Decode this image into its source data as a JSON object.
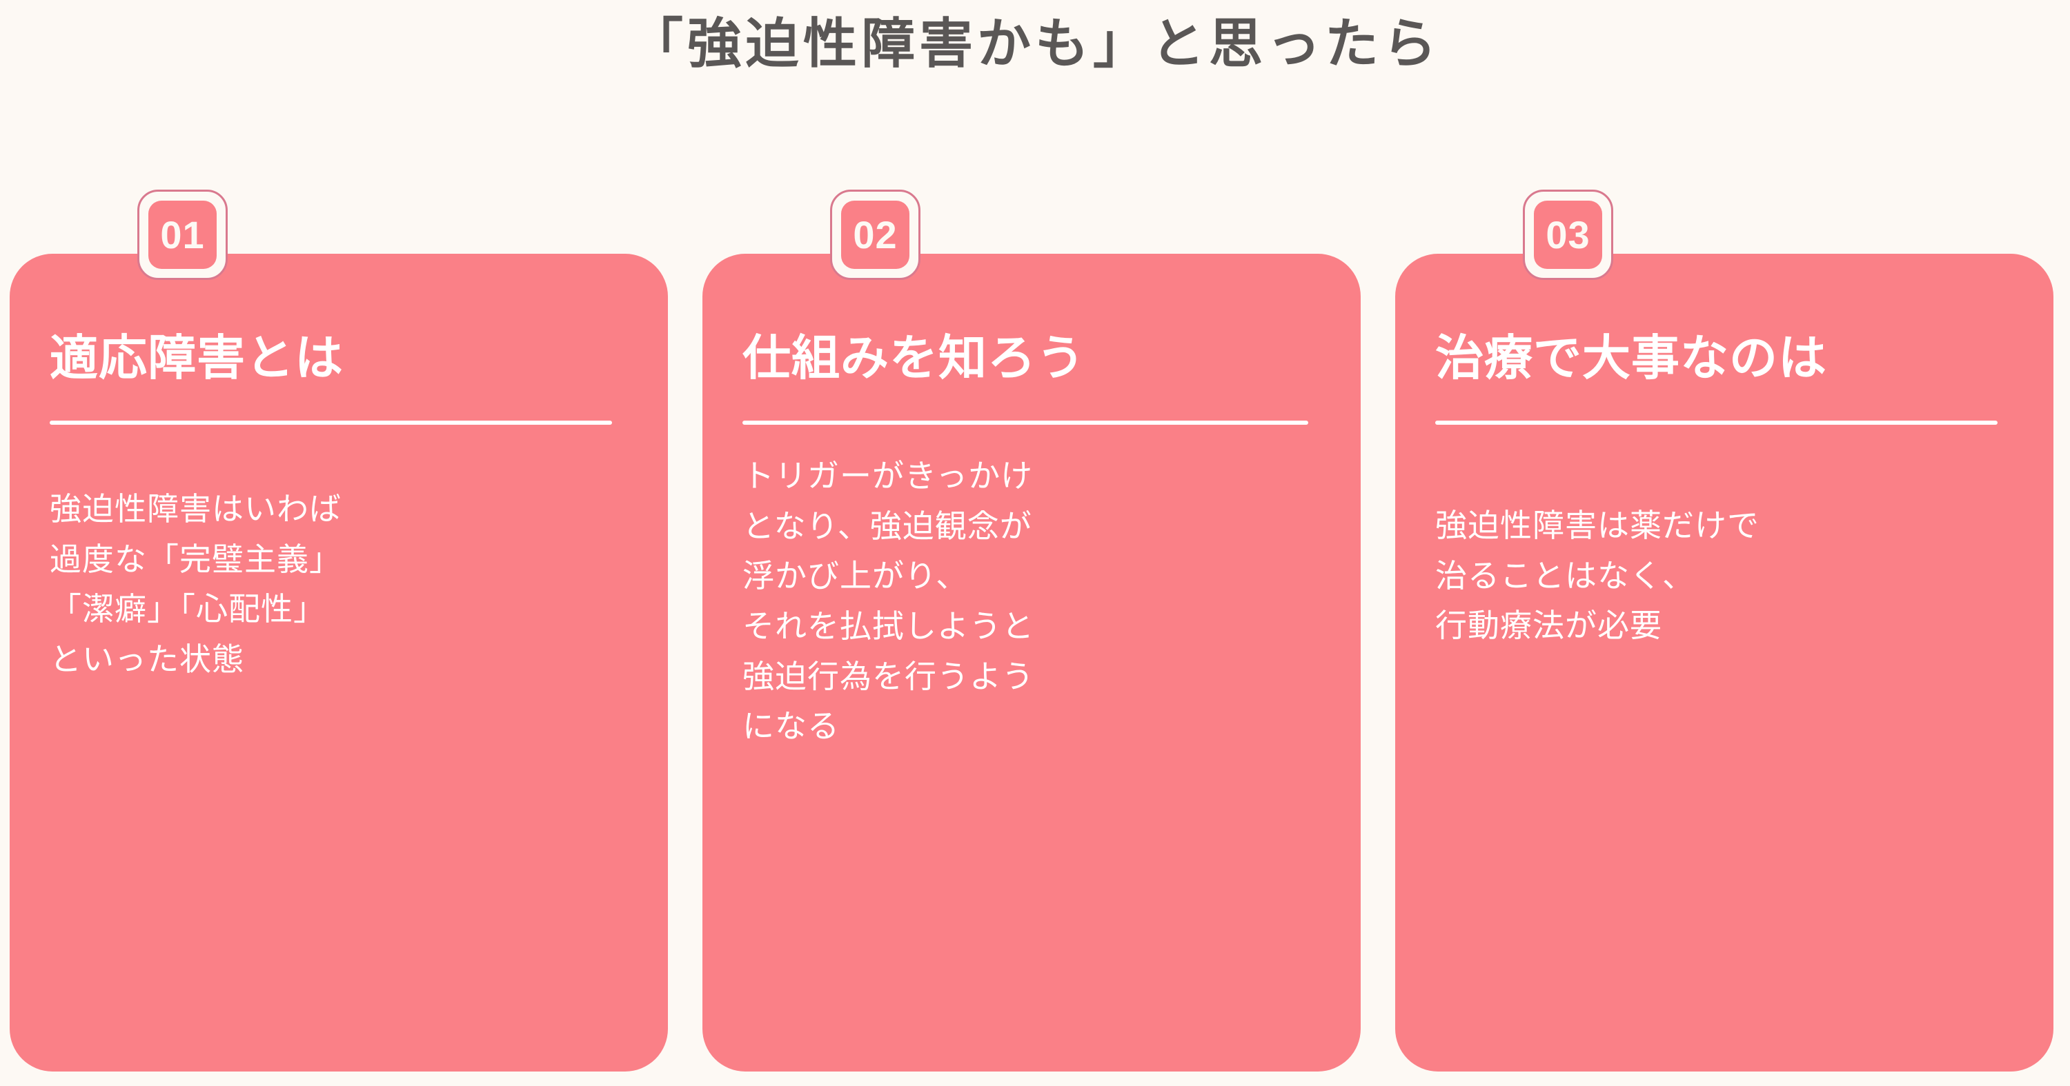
{
  "page": {
    "title": "「強迫性障害かも」と思ったら",
    "background_color": "#FDF9F4",
    "title_color": "#5A5756",
    "card_color": "#FA8087",
    "card_text_color": "#FFFFFF",
    "badge_border_color": "#D9798E"
  },
  "cards": [
    {
      "badge": "01",
      "heading": "適応障害とは",
      "body": "強迫性障害はいわば\n過度な「完璧主義」\n「潔癖」「心配性」\nといった状態"
    },
    {
      "badge": "02",
      "heading": "仕組みを知ろう",
      "body": "トリガーがきっかけ\nとなり、強迫観念が\n浮かび上がり、\nそれを払拭しようと\n強迫行為を行うよう\nになる"
    },
    {
      "badge": "03",
      "heading": "治療で大事なのは",
      "body": "強迫性障害は薬だけで\n治ることはなく、\n行動療法が必要"
    }
  ]
}
